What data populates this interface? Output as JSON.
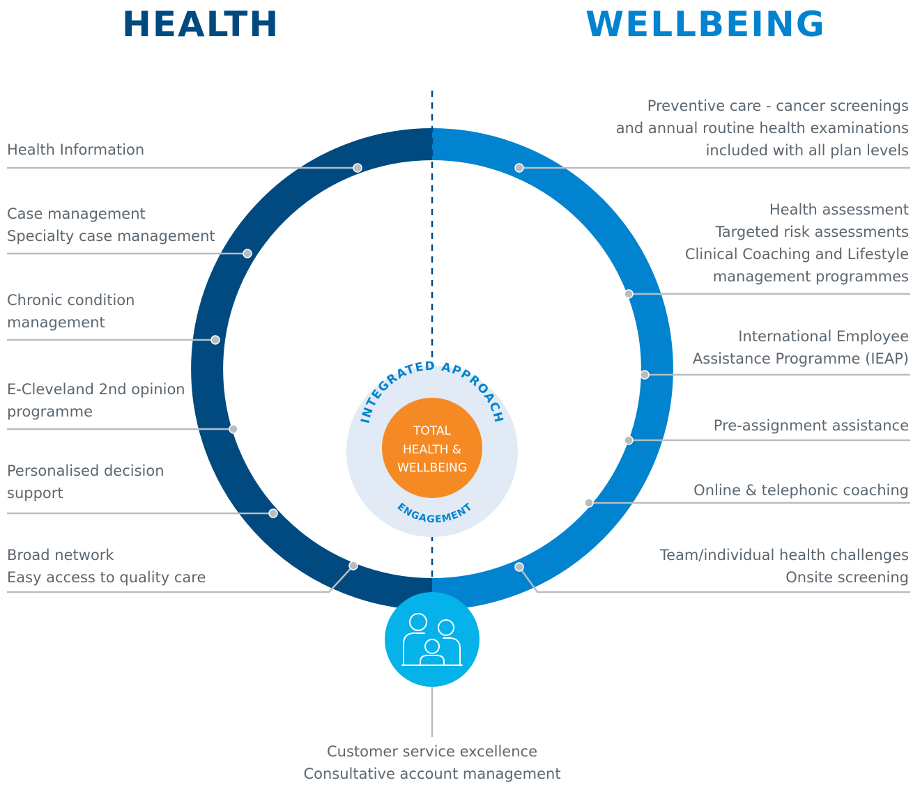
{
  "headings": {
    "health": "HEALTH",
    "wellbeing": "WELLBEING"
  },
  "health_items": [
    [
      "Health Information"
    ],
    [
      "Case management",
      "Specialty case management"
    ],
    [
      "Chronic condition",
      "management"
    ],
    [
      "E-Cleveland 2nd opinion",
      "programme"
    ],
    [
      "Personalised decision",
      "support"
    ],
    [
      "Broad network",
      "Easy access to quality care"
    ]
  ],
  "wellbeing_items": [
    [
      "Preventive care - cancer screenings",
      "and annual routine health examinations",
      "included with all plan levels"
    ],
    [
      "Health assessment",
      "Targeted risk assessments",
      "Clinical Coaching and Lifestyle",
      "management programmes"
    ],
    [
      "International Employee",
      "Assistance Programme (IEAP)"
    ],
    [
      "Pre-assignment assistance"
    ],
    [
      "Online & telephonic coaching"
    ],
    [
      "Team/individual health challenges",
      "Onsite screening"
    ]
  ],
  "bottom_item": [
    "Customer service excellence",
    "Consultative account management"
  ],
  "center": {
    "arc_top": "INTEGRATED APPROACH",
    "arc_bottom": "ENGAGEMENT",
    "core_lines": [
      "TOTAL",
      "HEALTH &",
      "WELLBEING"
    ]
  },
  "icons": {
    "family": "family-icon"
  },
  "colors": {
    "health_dark": "#004a80",
    "wellbeing_blue": "#0283d0",
    "core_orange": "#f58a25",
    "center_bg": "#e2ebf5",
    "icon_circle": "#05b2ea",
    "connector_grey": "#b9bdc1",
    "text_grey": "#5c6770"
  }
}
